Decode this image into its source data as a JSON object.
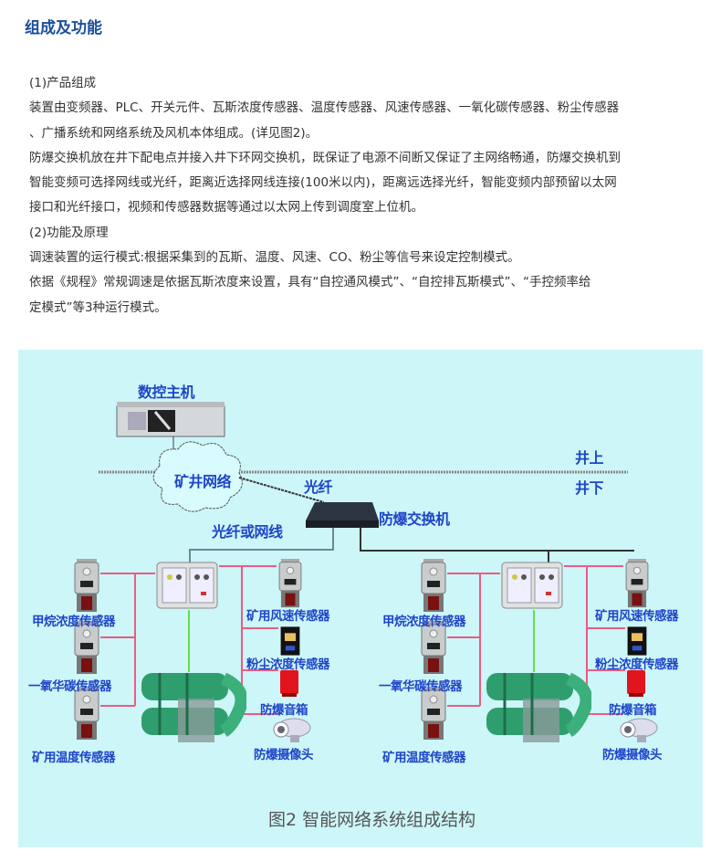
{
  "section_title": "组成及功能",
  "paragraphs": [
    {
      "lines": [
        "(1)产品组成"
      ]
    },
    {
      "lines": [
        "装置由变频器、PLC、开关元件、瓦斯浓度传感器、温度传感器、风速传感器、一氧化碳传感器、粉尘传感器",
        "、广播系统和网络系统及风机本体组成。(详见图2)。"
      ]
    },
    {
      "lines": [
        "防爆交换机放在井下配电点并接入井下环网交换机，既保证了电源不间断又保证了主网络畅通，防爆交换机到",
        "智能变频可选择网线或光纤，距离近选择网线连接(100米以内)，距离远选择光纤，智能变频内部预留以太网",
        "接口和光纤接口，视频和传感器数据等通过以太网上传到调度室上位机。"
      ]
    },
    {
      "lines": [
        "(2)功能及原理"
      ]
    },
    {
      "lines": [
        "调速装置的运行模式:根据采集到的瓦斯、温度、风速、CO、粉尘等信号来设定控制模式。"
      ]
    },
    {
      "lines": [
        "依据《规程》常规调速是依据瓦斯浓度来设置，具有“自控通风模式”、“自控排瓦斯模式”、“手控频率给",
        "定模式”等3种运行模式。"
      ]
    }
  ],
  "figure": {
    "host": "数控主机",
    "cloud": "矿井网络",
    "above_ground": "井上",
    "below_ground": "井下",
    "fiber": "光纤",
    "switch": "防爆交换机",
    "fiber_or_cable": "光纤或网线",
    "groups": [
      {
        "methane": "甲烷浓度传感器",
        "co": "一氧华碳传感器",
        "temp": "矿用温度传感器",
        "wind": "矿用风速传感器",
        "dust": "粉尘浓度传感器",
        "speaker": "防爆音箱",
        "camera": "防爆摄像头"
      },
      {
        "methane": "甲烷浓度传感器",
        "co": "一氧华碳传感器",
        "temp": "矿用温度传感器",
        "wind": "矿用风速传感器",
        "dust": "粉尘浓度传感器",
        "speaker": "防爆音箱",
        "camera": "防爆摄像头"
      }
    ],
    "caption": "图2 智能网络系统组成结构"
  },
  "colors": {
    "title": "#1b4f9c",
    "figure_bg": "#cdf6f9",
    "label": "#1f45c8",
    "signal_line": "#ee5a82",
    "fan_line": "#66dd44"
  }
}
